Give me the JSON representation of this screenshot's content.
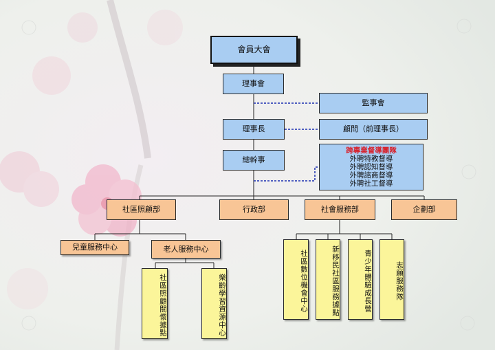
{
  "org": {
    "assembly": "會員大會",
    "board": "理事會",
    "supervisors": "監事會",
    "chairman": "理事長",
    "advisor": "顧問（前理事長）",
    "secretary": "總幹事",
    "supervision_team": {
      "title": "跨專業督導團隊",
      "members": [
        "外聘特教督導",
        "外聘認知督導",
        "外聘諮商督導",
        "外聘社工督導"
      ]
    },
    "departments": {
      "community_care": "社區照顧部",
      "admin": "行政部",
      "social_service": "社會服務部",
      "planning": "企劃部"
    },
    "centers": {
      "children": "兒童服務中心",
      "elderly": "老人服務中心"
    },
    "units": {
      "care_point": "社區照顧關懷據點",
      "learning_center": "樂齡學習資源中心",
      "digital": "社區數位機會中心",
      "new_immigrants": "新移民社區服務據點",
      "youth": "青少年體驗成長營",
      "volunteers": "志願服務隊"
    }
  },
  "colors": {
    "blue_box": "#a9cdf2",
    "orange_box": "#f8c596",
    "yellow_box": "#fbf59a",
    "dashed_link": "#1a2fb0",
    "team_title": "#d8202a"
  }
}
